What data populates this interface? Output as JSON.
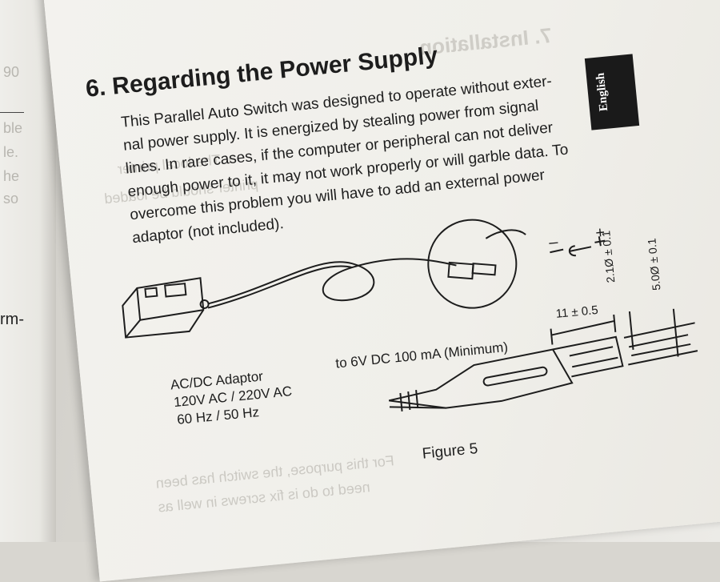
{
  "page": {
    "heading": "6. Regarding the Power Supply",
    "language_tab": "English",
    "paragraph_lines": [
      "This Parallel Auto Switch was designed to operate without exter-",
      "nal power supply. It is energized by stealing power from signal",
      "lines. In rare cases, if the computer or peripheral can not deliver",
      "enough power to it, it may not work properly or will garble data. To",
      "overcome this problem you will have to add an external power",
      "adaptor (not included)."
    ]
  },
  "figure": {
    "adaptor_label_1": "AC/DC Adaptor",
    "adaptor_label_2": "120V AC / 220V AC",
    "adaptor_label_3": "60 Hz / 50 Hz",
    "output_label": "to 6V DC 100 mA (Minimum)",
    "polarity_minus": "–",
    "polarity_plus": "+",
    "dim_length": "11 ± 0.5",
    "dim_inner": "2.1Ø ± 0.1",
    "dim_outer": "5.0Ø ± 0.1",
    "caption": "Figure 5"
  },
  "left_page": {
    "fragment": "rm-"
  }
}
